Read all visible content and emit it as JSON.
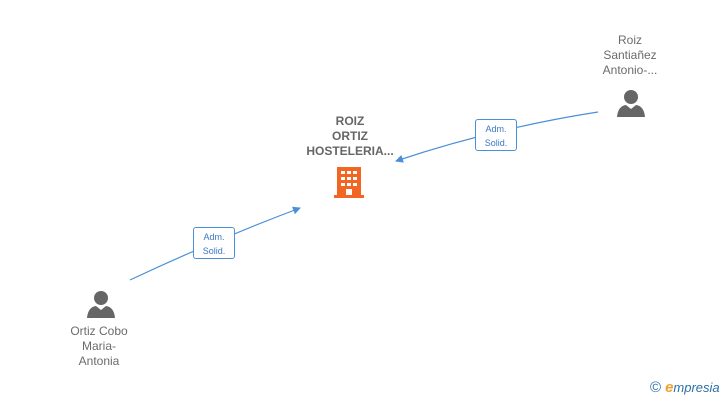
{
  "nodes": {
    "company": {
      "lines": [
        "ROIZ",
        "ORTIZ",
        "HOSTELERIA..."
      ],
      "icon": "building-icon",
      "color": "#f26522"
    },
    "person_top_right": {
      "lines": [
        "Roiz",
        "Santiañez",
        "Antonio-..."
      ],
      "icon": "person-icon"
    },
    "person_bottom_left": {
      "lines": [
        "Ortiz Cobo",
        "Maria-",
        "Antonia"
      ],
      "icon": "person-icon"
    }
  },
  "edges": [
    {
      "from": "person_bottom_left",
      "to": "company",
      "label": [
        "Adm.",
        "Solid."
      ]
    },
    {
      "from": "person_top_right",
      "to": "company",
      "label": [
        "Adm.",
        "Solid."
      ]
    }
  ],
  "colors": {
    "edge": "#4a90d9",
    "person": "#666666"
  },
  "brand": {
    "copyright": "©",
    "e": "e",
    "rest": "mpresia"
  }
}
